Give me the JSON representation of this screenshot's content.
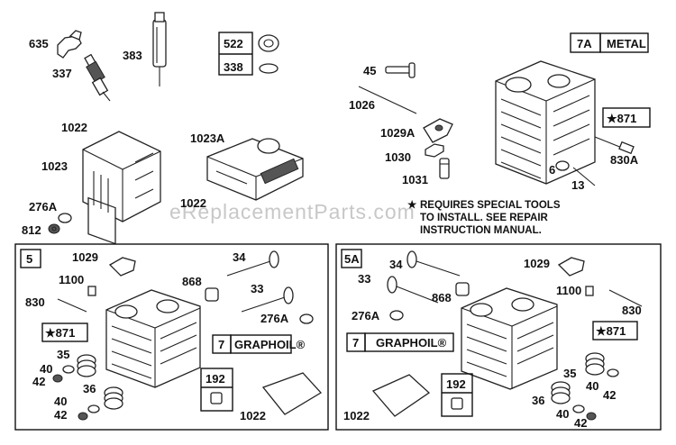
{
  "watermark": "eReplacementParts.com",
  "note": {
    "star": "★",
    "lines": [
      "REQUIRES SPECIAL TOOLS",
      "TO INSTALL.  SEE REPAIR",
      "INSTRUCTION MANUAL."
    ]
  },
  "callouts": {
    "c635": "635",
    "c337": "337",
    "c383": "383",
    "c522": "522",
    "c338": "338",
    "c1022a": "1022",
    "c1023": "1023",
    "c276a": "276A",
    "c812": "812",
    "c1023a": "1023A",
    "c1022b": "1022",
    "c45": "45",
    "c1026": "1026",
    "c1029a": "1029A",
    "c1030": "1030",
    "c1031": "1031",
    "c7a": "7A",
    "metal": "METAL",
    "c871a": "★871",
    "c830a": "830A",
    "c6": "6",
    "c13": "13"
  },
  "panel_left": {
    "id": "5",
    "c1029": "1029",
    "c1100": "1100",
    "c830": "830",
    "c871": "★871",
    "c35": "35",
    "c40": "40",
    "c42": "42",
    "c36": "36",
    "c40b": "40",
    "c42b": "42",
    "c868": "868",
    "c34": "34",
    "c33": "33",
    "c276a": "276A",
    "c7": "7",
    "graphoil": "GRAPHOIL®",
    "c192": "192",
    "c1022": "1022"
  },
  "panel_right": {
    "id": "5A",
    "c34": "34",
    "c33": "33",
    "c868": "868",
    "c276a": "276A",
    "c1029": "1029",
    "c1100": "1100",
    "c830": "830",
    "c871": "★871",
    "c7": "7",
    "graphoil": "GRAPHOIL®",
    "c35": "35",
    "c40": "40",
    "c42": "42",
    "c36": "36",
    "c40b": "40",
    "c42b": "42",
    "c192": "192",
    "c1022": "1022"
  }
}
